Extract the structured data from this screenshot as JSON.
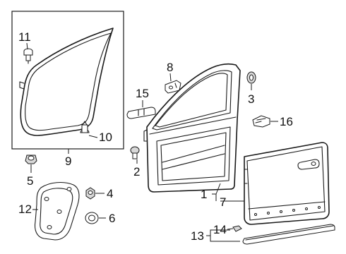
{
  "callouts": {
    "c1": "1",
    "c2": "2",
    "c3": "3",
    "c4": "4",
    "c5": "5",
    "c6": "6",
    "c7": "7",
    "c8": "8",
    "c9": "9",
    "c10": "10",
    "c11": "11",
    "c12": "12",
    "c13": "13",
    "c14": "14",
    "c15": "15",
    "c16": "16"
  },
  "parts": [
    {
      "number": "1",
      "part": "front-door-shell"
    },
    {
      "number": "2",
      "part": "door-hinge-bolt"
    },
    {
      "number": "3",
      "part": "grommet"
    },
    {
      "number": "4",
      "part": "hex-nut"
    },
    {
      "number": "5",
      "part": "clip-nut"
    },
    {
      "number": "6",
      "part": "washer-ring"
    },
    {
      "number": "7",
      "part": "outer-door-panel"
    },
    {
      "number": "8",
      "part": "hinge-bracket"
    },
    {
      "number": "9",
      "part": "weatherstrip-assembly"
    },
    {
      "number": "10",
      "part": "weatherstrip-clip"
    },
    {
      "number": "11",
      "part": "push-clip"
    },
    {
      "number": "12",
      "part": "inner-panel-bracket"
    },
    {
      "number": "13",
      "part": "door-molding"
    },
    {
      "number": "14",
      "part": "molding-clip"
    },
    {
      "number": "15",
      "part": "door-check-bracket"
    },
    {
      "number": "16",
      "part": "lock-bracket"
    }
  ]
}
